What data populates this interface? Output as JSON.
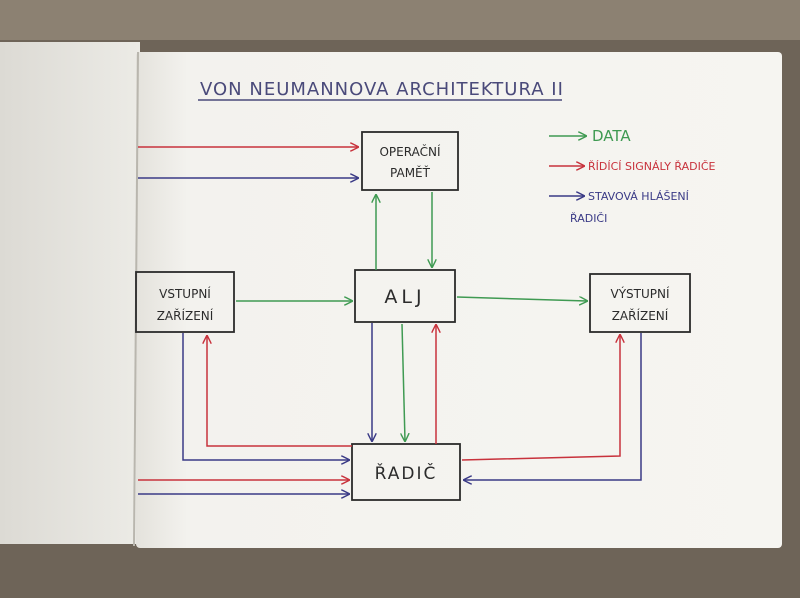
{
  "title": "VON NEUMANNOVA ARCHITEKTURA II",
  "nodes": {
    "memory": {
      "line1": "OPERAČNÍ",
      "line2": "PAMĚŤ"
    },
    "alu": {
      "label": "ALJ"
    },
    "input": {
      "line1": "VSTUPNÍ",
      "line2": "ZAŘÍZENÍ"
    },
    "output": {
      "line1": "VÝSTUPNÍ",
      "line2": "ZAŘÍZENÍ"
    },
    "controller": {
      "label": "ŘADIČ"
    }
  },
  "legend": {
    "data": "DATA",
    "control": "ŘÍDÍCÍ SIGNÁLY ŘADIČE",
    "status_line1": "STAVOVÁ HLÁŠENÍ",
    "status_line2": "ŘADIČI"
  },
  "colors": {
    "data": "#3f9a52",
    "control": "#c8323c",
    "status": "#3a3a86",
    "ink": "#2b2b2b",
    "title": "#4a4a7a"
  }
}
